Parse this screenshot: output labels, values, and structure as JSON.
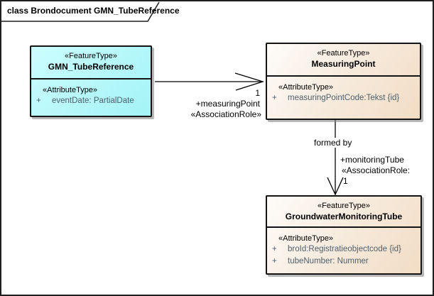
{
  "frame": {
    "title": "class Brondocument GMN_TubeReference"
  },
  "classes": {
    "gmn_tube_reference": {
      "stereotype": "«FeatureType»",
      "name": "GMN_TubeReference",
      "attr_stereotype": "«AttributeType»",
      "attributes": [
        {
          "visibility": "+",
          "signature": "eventDate: PartialDate"
        }
      ],
      "fill": "#a9f5f8"
    },
    "measuring_point": {
      "stereotype": "«FeatureType»",
      "name": "MeasuringPoint",
      "attr_stereotype": "«AttributeType»",
      "attributes": [
        {
          "visibility": "+",
          "signature": "measuringPointCode:Tekst {id}"
        }
      ],
      "fill": "#f2dcc4"
    },
    "groundwater_monitoring_tube": {
      "stereotype": "«FeatureType»",
      "name": "GroundwaterMonitoringTube",
      "attr_stereotype": "«AttributeType»",
      "attributes": [
        {
          "visibility": "+",
          "signature": "broId:Registratieobjectcode {id}"
        },
        {
          "visibility": "+",
          "signature": "tubeNumber: Nummer"
        }
      ],
      "fill": "#f2dcc4"
    }
  },
  "connectors": {
    "measuring_point_assoc": {
      "target_multiplicity": "1",
      "target_role": "+measuringPoint",
      "role_stereotype": "«AssociationRole»"
    },
    "formed_by_assoc": {
      "name": "formed by",
      "target_role": "+monitoringTube",
      "role_stereotype": "«AssociationRole:",
      "target_multiplicity": "1"
    }
  },
  "colors": {
    "border": "#141414",
    "attribute_text": "#4d5f6d",
    "shadow": "#7d7d7d"
  }
}
